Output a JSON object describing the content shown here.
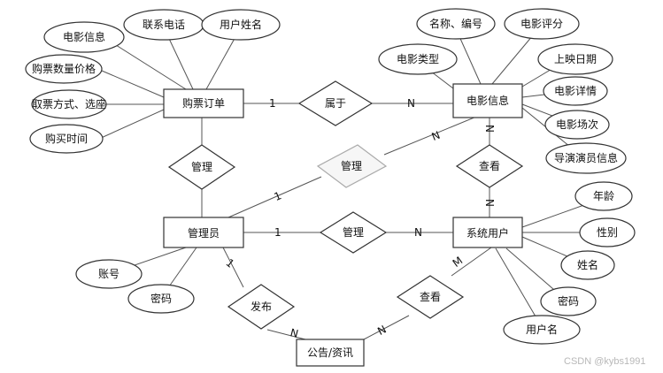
{
  "entities": {
    "order": "购票订单",
    "movie": "电影信息",
    "admin": "管理员",
    "user": "系统用户",
    "notice": "公告/资讯"
  },
  "relationships": {
    "belongs": "属于",
    "manage_order": "管理",
    "manage_movie": "管理",
    "manage_user": "管理",
    "view": "查看",
    "publish": "发布",
    "view_notice": "查看"
  },
  "attributes": {
    "order": [
      "电影信息",
      "联系电话",
      "用户姓名",
      "购票数量价格",
      "取票方式、选座",
      "购买时间"
    ],
    "movie": [
      "名称、编号",
      "电影评分",
      "电影类型",
      "上映日期",
      "电影详情",
      "电影场次",
      "导演演员信息"
    ],
    "user": [
      "年龄",
      "性别",
      "姓名",
      "密码",
      "用户名"
    ],
    "admin": [
      "账号",
      "密码"
    ]
  },
  "cardinalities": {
    "belongs_left": "1",
    "belongs_right": "N",
    "admin_movie_1": "1",
    "admin_movie_n": "N",
    "view_top": "N",
    "view_bottom": "N",
    "admin_user_1": "1",
    "admin_user_n": "N",
    "publish_1": "1",
    "publish_n": "N",
    "notice_n": "N",
    "user_m": "M"
  },
  "watermark": "CSDN @kybs1991"
}
